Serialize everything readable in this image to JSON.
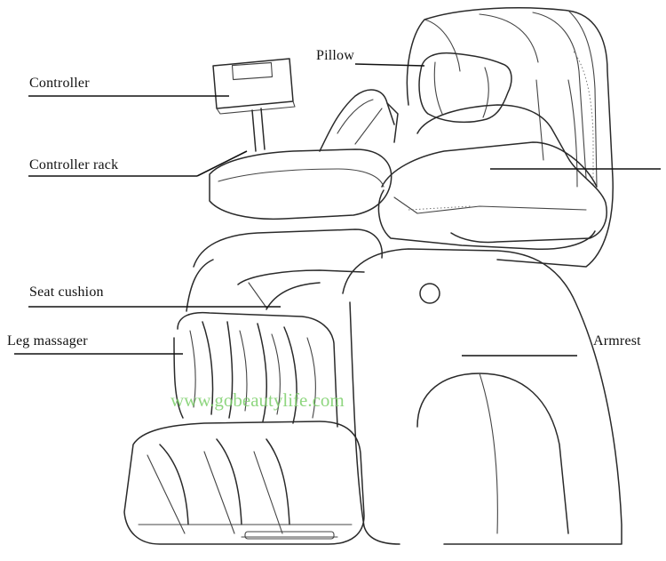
{
  "labels": {
    "controller": "Controller",
    "pillow": "Pillow",
    "controller_rack": "Controller  rack",
    "seat_cushion": "Seat  cushion",
    "leg_massager": "Leg massager",
    "armrest": "Armrest"
  },
  "watermark": "www.gobeautylife.com",
  "colors": {
    "line": "#2a2a2a",
    "watermark": "#7ccf6a",
    "background": "#ffffff"
  }
}
